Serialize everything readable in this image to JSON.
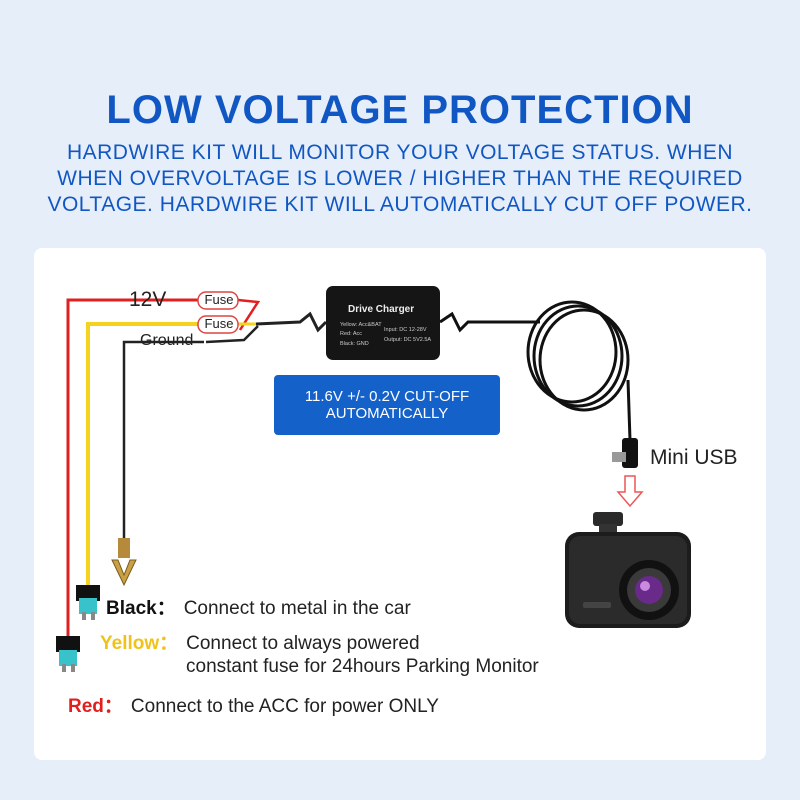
{
  "header": {
    "title": "LOW VOLTAGE PROTECTION",
    "lines": [
      "HARDWIRE KIT WILL MONITOR YOUR VOLTAGE STATUS. WHEN",
      "WHEN OVERVOLTAGE IS LOWER / HIGHER THAN THE REQUIRED",
      "VOLTAGE. HARDWIRE KIT WILL AUTOMATICALLY CUT OFF POWER."
    ]
  },
  "diagram": {
    "label_12v": "12V",
    "fuse_1": "Fuse",
    "fuse_2": "Fuse",
    "label_ground": "Ground",
    "charger": {
      "title": "Drive Charger",
      "line_yellow": "Yellow: Acc&BAT",
      "line_red": "Red: Acc",
      "line_black": "Black: GND",
      "input": "Input: DC 12-28V",
      "output": "Output: DC 5V2.5A"
    },
    "notice_line1": "11.6V +/- 0.2V CUT-OFF",
    "notice_line2": "AUTOMATICALLY",
    "label_usb": "Mini USB",
    "colors": {
      "red": "#e21f1f",
      "yellow": "#f5d21d",
      "black": "#222222",
      "blue": "#1157c4"
    }
  },
  "legend": {
    "black_key": "Black：",
    "black_text": "Connect to metal in the car",
    "yellow_key": "Yellow：",
    "yellow_text_1": "Connect to always powered",
    "yellow_text_2": "constant fuse for 24hours Parking Monitor",
    "red_key": "Red：",
    "red_text": "Connect to the ACC for power ONLY"
  }
}
